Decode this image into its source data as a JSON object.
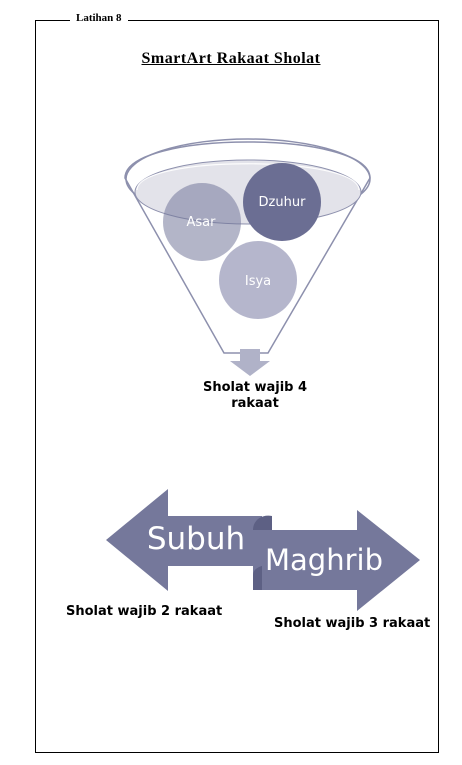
{
  "exercise_label": "Latihan 8",
  "title": "SmartArt Rakaat Sholat",
  "funnel": {
    "items": [
      "Asar",
      "Dzuhur",
      "Isya"
    ],
    "caption": "Sholat wajib 4 rakaat"
  },
  "arrows": {
    "left_label": "Subuh",
    "right_label": "Maghrib",
    "left_caption": "Sholat wajib 2 rakaat",
    "right_caption": "Sholat wajib 3 rakaat"
  },
  "colors": {
    "shape_fill": "#75789b",
    "shape_light": "#b0b2c8",
    "funnel_stroke": "#8d90ad",
    "text_on_shape": "#ffffff"
  }
}
